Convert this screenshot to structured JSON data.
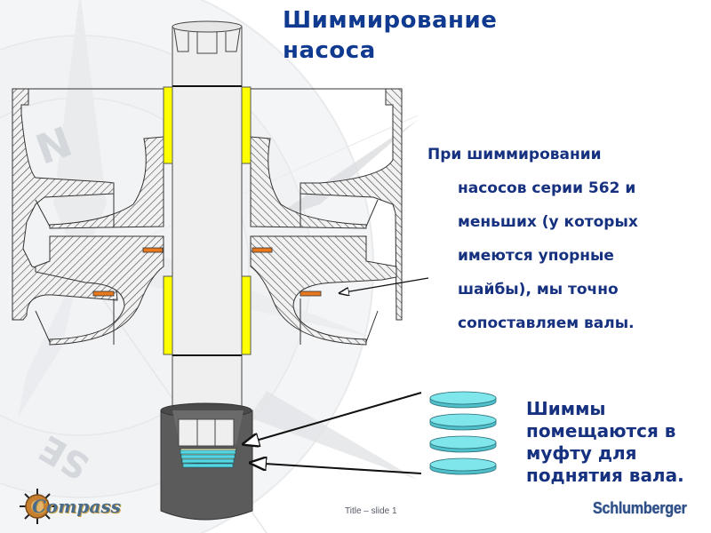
{
  "slide": {
    "title": "Шиммирование насоса",
    "title_lines": [
      "Шиммирование",
      "насоса"
    ],
    "body_lines": [
      "При шиммировании",
      "насосов серии 562 и",
      "меньших (у которых",
      "имеются упорные",
      "шайбы), мы точно",
      "сопоставляем валы."
    ],
    "shim_caption_lines": [
      "Шиммы",
      "помещаются в",
      "муфту для",
      "поднятия вала."
    ],
    "footer": "Title – slide 1",
    "brand": "Schlumberger",
    "logo_text": "Compass",
    "background_compass_labels": [
      "N",
      "SE"
    ]
  },
  "diagram": {
    "labels": {
      "pump_stage": "pump-stage-cross-section",
      "shaft": "pump-shaft",
      "coupling": "coupling",
      "shims": "shims"
    },
    "shim_count": 4,
    "colors": {
      "title_blue": "#0f3a8f",
      "text_blue": "#16317f",
      "bushing_yellow": "#ffff00",
      "thrust_washer_orange": "#e8781e",
      "shim_cyan": "#7fe6ec",
      "coupling_gray": "#5a5a5a"
    }
  }
}
